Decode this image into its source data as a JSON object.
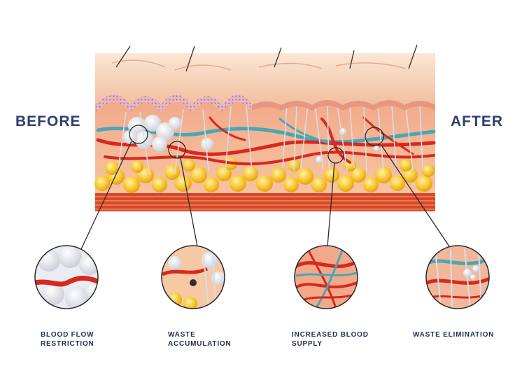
{
  "labels": {
    "before": "BEFORE",
    "after": "AFTER"
  },
  "callouts": [
    {
      "caption": "BLOOD FLOW\nRESTRICTION",
      "icon": "white-tissue-constricted-vessel-icon"
    },
    {
      "caption": "WASTE\nACCUMULATION",
      "icon": "waste-buildup-icon"
    },
    {
      "caption": "INCREASED BLOOD\nSUPPLY",
      "icon": "dense-vessel-network-icon"
    },
    {
      "caption": "WASTE ELIMINATION",
      "icon": "cleared-vessel-icon"
    }
  ],
  "colors": {
    "label_text": "#2d3f6e",
    "caption_text": "#1f2d55",
    "skin_top": "#f6d7c2",
    "fat_yellow": "#f4c02a",
    "muscle_red": "#d9472a",
    "artery_red": "#d8281f",
    "vein_teal": "#4aa6b5"
  }
}
